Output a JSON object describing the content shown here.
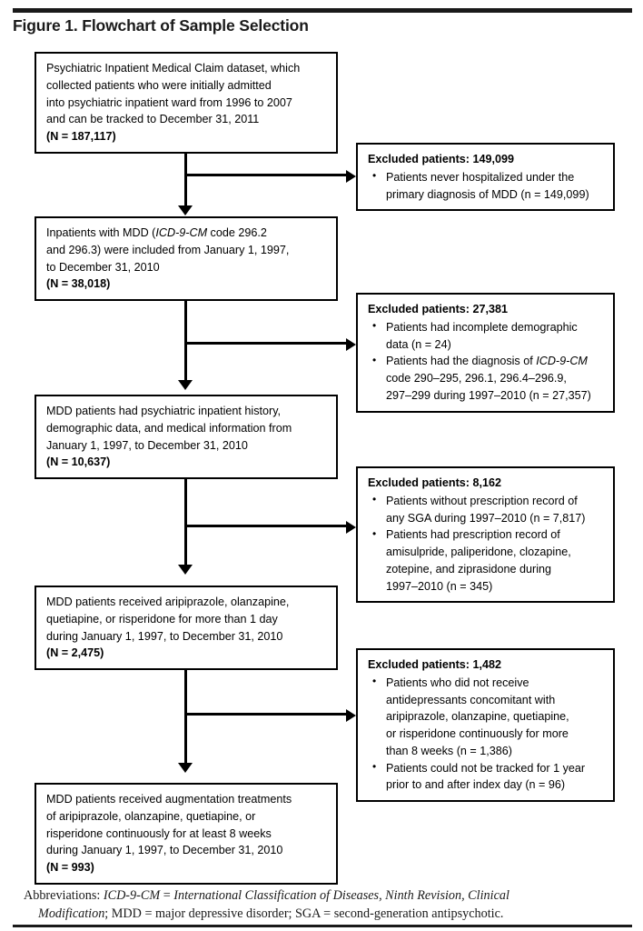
{
  "figure": {
    "title": "Figure 1. Flowchart of Sample Selection"
  },
  "flow": {
    "main_boxes": [
      {
        "id": "cohort-source",
        "lines": [
          "Psychiatric Inpatient Medical Claim dataset, which",
          "collected patients who were initially admitted",
          "into psychiatric inpatient ward from 1996 to 2007",
          "and can be tracked to December 31, 2011"
        ],
        "n_label": "(N = 187,117)",
        "n_value": 187117
      },
      {
        "id": "mdd-inpatients",
        "lines": [
          "Inpatients with MDD (ICD-9-CM code 296.2",
          "and 296.3) were included from January 1, 1997,",
          "to December 31, 2010"
        ],
        "italic_token": "ICD-9-CM",
        "n_label": "(N = 38,018)",
        "n_value": 38018
      },
      {
        "id": "mdd-with-history",
        "lines": [
          "MDD patients had psychiatric inpatient history,",
          "demographic data, and medical information from",
          "January 1, 1997, to December 31, 2010"
        ],
        "n_label": "(N = 10,637)",
        "n_value": 10637
      },
      {
        "id": "sga-more-than-one-day",
        "lines": [
          "MDD patients received aripiprazole, olanzapine,",
          "quetiapine, or risperidone for more than 1 day",
          "during January 1, 1997, to December 31, 2010"
        ],
        "n_label": "(N = 2,475)",
        "n_value": 2475
      },
      {
        "id": "augmentation-final",
        "lines": [
          "MDD patients received augmentation treatments",
          "of aripiprazole, olanzapine, quetiapine, or",
          "risperidone continuously for at least 8 weeks",
          "during January 1, 1997, to December 31, 2010"
        ],
        "n_label": "(N = 993)",
        "n_value": 993
      }
    ],
    "excluded_boxes": [
      {
        "id": "excluded-1",
        "heading": "Excluded patients: 149,099",
        "count": 149099,
        "bullets": [
          [
            "Patients never hospitalized under the",
            "primary diagnosis of MDD (n = 149,099)"
          ]
        ]
      },
      {
        "id": "excluded-2",
        "heading": "Excluded patients: 27,381",
        "count": 27381,
        "bullets": [
          [
            "Patients had incomplete demographic",
            "data (n = 24)"
          ],
          [
            "Patients had the diagnosis of ICD-9-CM",
            "code 290–295, 296.1, 296.4–296.9,",
            "297–299 during 1997–2010 (n = 27,357)"
          ]
        ]
      },
      {
        "id": "excluded-3",
        "heading": "Excluded patients: 8,162",
        "count": 8162,
        "bullets": [
          [
            "Patients without prescription record of",
            "any SGA during 1997–2010 (n = 7,817)"
          ],
          [
            "Patients had prescription record of",
            "amisulpride, paliperidone, clozapine,",
            "zotepine, and ziprasidone during",
            "1997–2010 (n = 345)"
          ]
        ]
      },
      {
        "id": "excluded-4",
        "heading": "Excluded patients: 1,482",
        "count": 1482,
        "bullets": [
          [
            "Patients who did not receive",
            "antidepressants concomitant with",
            "aripiprazole, olanzapine, quetiapine,",
            "or risperidone continuously for more",
            "than 8 weeks (n = 1,386)"
          ],
          [
            "Patients could not be tracked for 1 year",
            "prior to and after index day (n = 96)"
          ]
        ]
      }
    ]
  },
  "footer": {
    "label": "Abbreviations:",
    "line1_italic": "ICD-9-CM",
    "line1_rest": " = ",
    "line1_italic2": "International Classification of Diseases, Ninth Revision, Clinical",
    "line2_italic": "Modification",
    "line2_rest": "; MDD = major depressive disorder; SGA = second-generation antipsychotic."
  },
  "colors": {
    "ink": "#000000",
    "rule": "#1a1a1a",
    "background": "#ffffff"
  }
}
